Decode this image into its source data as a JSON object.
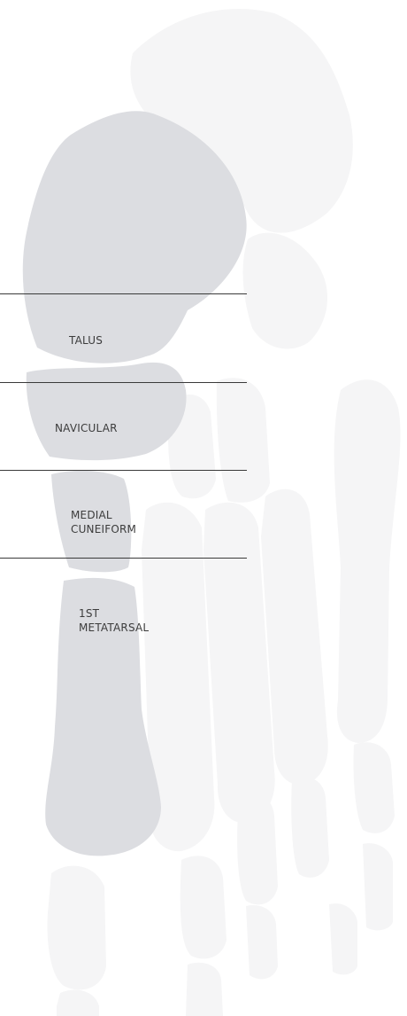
{
  "colors": {
    "background_bone": "#f5f5f6",
    "highlighted_bone": "#dcdde1",
    "divider": "#3a3a3a",
    "label_text": "#3c3c3c"
  },
  "labels": {
    "talus": "TALUS",
    "navicular": "NAVICULAR",
    "medial_cuneiform": [
      "MEDIAL",
      "CUNEIFORM"
    ],
    "first_metatarsal": [
      "1ST",
      "METATARSAL"
    ]
  }
}
